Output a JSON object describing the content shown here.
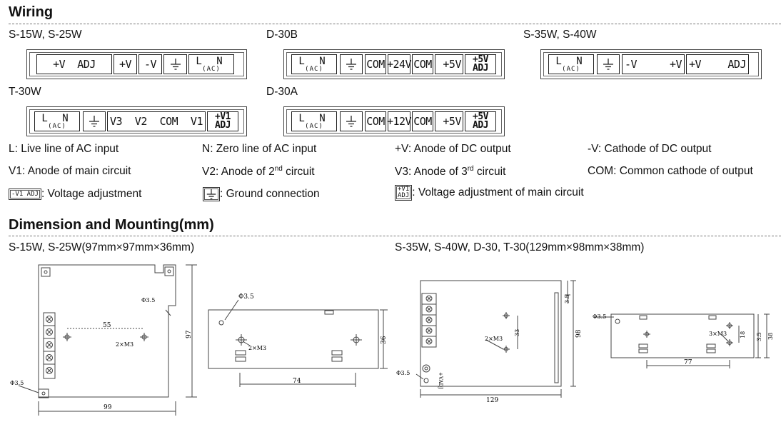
{
  "wiring": {
    "title": "Wiring",
    "models": {
      "s15": "S-15W, S-25W",
      "d30b": "D-30B",
      "s35": "S-35W, S-40W",
      "t30": "T-30W",
      "d30a": "D-30A"
    },
    "terminals": {
      "s15": [
        "+V  ADJ",
        "+V",
        "-V",
        "GND",
        "L N (AC)"
      ],
      "d30b": [
        "L N (AC)",
        "GND",
        "COM",
        "+24V",
        "COM",
        "+5V",
        "+5V ADJ"
      ],
      "s35": [
        "L N (AC)",
        "GND",
        "-V",
        "+V",
        "+V",
        "ADJ"
      ],
      "t30": [
        "L N (AC)",
        "GND",
        "V3",
        "V2",
        "COM",
        "V1",
        "+V1 ADJ"
      ],
      "d30a": [
        "L N (AC)",
        "GND",
        "COM",
        "+12V",
        "COM",
        "+5V",
        "+5V ADJ"
      ]
    },
    "labels": {
      "l": "L",
      "n": "N",
      "ac": "(AC)",
      "plus_v": "+V",
      "minus_v": "-V",
      "adj": "ADJ",
      "com": "COM",
      "v24": "+24V",
      "v12": "+12V",
      "v5": "+5V",
      "v5adj_top": "+5V",
      "v5adj_bot": "ADJ",
      "v1adj_top": "+V1",
      "v1adj_bot": "ADJ",
      "v1": "V1",
      "v2": "V2",
      "v3": "V3"
    },
    "legend": {
      "l": "L: Live line of AC input",
      "n": "N: Zero line of AC input",
      "pv": "+V: Anode of DC output",
      "mv": "-V: Cathode of DC output",
      "v1": "V1: Anode of main circuit",
      "v2_pre": "V2: Anode of 2",
      "v2_sup": "nd",
      "v2_post": " circuit",
      "v3_pre": "V3: Anode of 3",
      "v3_sup": "rd",
      "v3_post": " circuit",
      "com": "COM: Common cathode of output",
      "vadj_icon": "-V1 ADJ",
      "vadj": ": Voltage adjustment",
      "gnd": ": Ground connection",
      "v1adj_icon_top": "+V1",
      "v1adj_icon_bot": "ADJ",
      "v1adj": ": Voltage adjustment of main circuit"
    }
  },
  "dimension": {
    "title": "Dimension and Mounting(mm)",
    "left_caption": "S-15W, S-25W(97mm×97mm×36mm)",
    "right_caption": "S-35W, S-40W, D-30, T-30(129mm×98mm×38mm)",
    "dims": {
      "a_w": "99",
      "a_h": "97",
      "a_hole": "Φ3.5",
      "a_hole2": "Φ3.5",
      "a_55": "55",
      "a_m3": "2×M3",
      "b_hole": "Φ3.5",
      "b_m3": "2×M3",
      "b_74": "74",
      "b_36": "36",
      "c_129": "129",
      "c_98": "98",
      "c_35": "3.5",
      "c_33": "33",
      "c_m3": "2×M3",
      "c_hole": "Φ3.5",
      "c_vadj": "+VADJ",
      "d_hole": "Φ3.5",
      "d_m3": "3×M3",
      "d_77": "77",
      "d_18": "18",
      "d_35": "3.5",
      "d_38": "38"
    }
  }
}
